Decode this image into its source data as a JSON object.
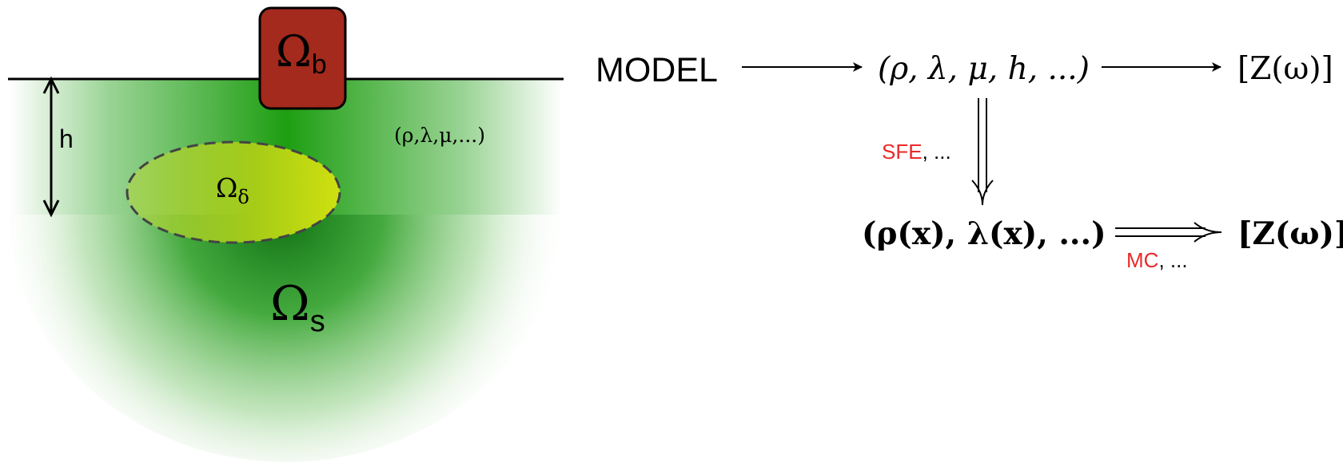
{
  "soil_figure": {
    "building_label": "Ω",
    "building_sub": "b",
    "depth_label": "h",
    "layer_params": "(ρ,λ,μ,...)",
    "inclusion_label": "Ω",
    "inclusion_sub": "δ",
    "halfspace_label": "Ω",
    "halfspace_sub": "s"
  },
  "flow_diagram": {
    "model_label": "MODEL",
    "params_tuple": "(ρ, λ, μ, h, ...)",
    "impedance_deterministic": "[Z(ω)]",
    "sfe_method": "SFE",
    "sfe_suffix": ", ...",
    "random_fields_tuple": "(ρ(x), λ(x), ...)",
    "impedance_random": "[Z(ω)]",
    "mc_method": "MC",
    "mc_suffix": ", ..."
  },
  "colors": {
    "building": "#a32a1c",
    "soil_green": "#1e9e12",
    "inclusion": "#c3dc10",
    "method_red": "#ea2a2a"
  }
}
